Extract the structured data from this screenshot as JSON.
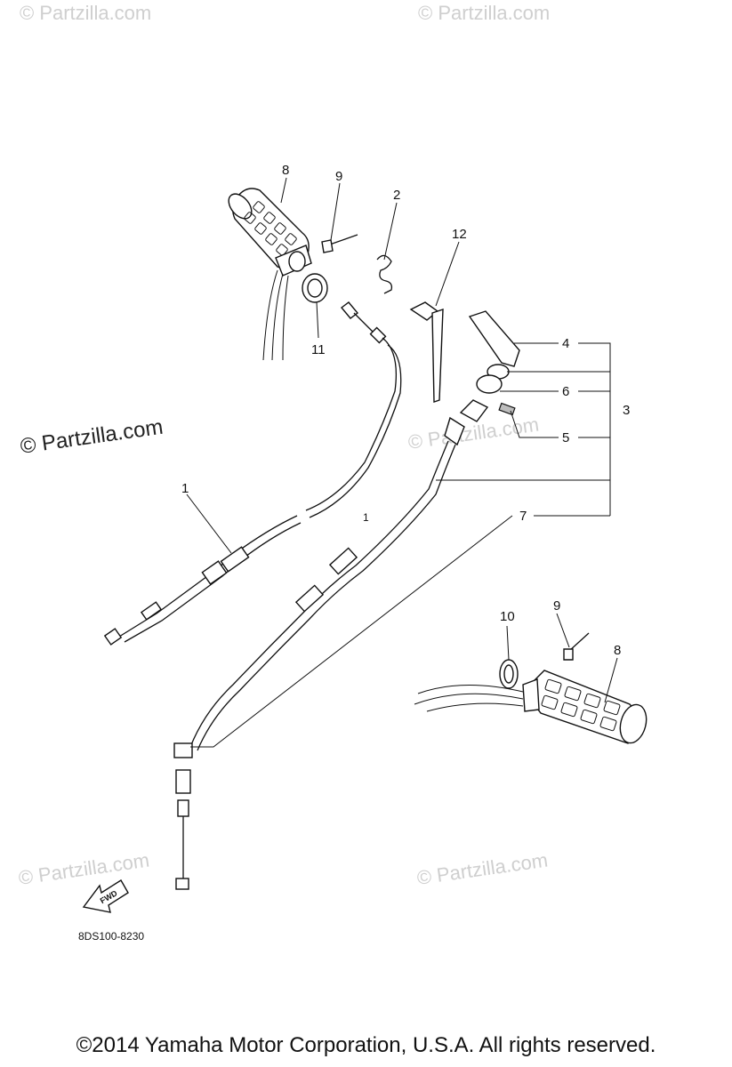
{
  "watermarks": {
    "top_left": "© Partzilla.com",
    "top_right": "© Partzilla.com",
    "left_main": "© Partzilla.com",
    "middle_right": "© Partzilla.com",
    "bottom_left": "© Partzilla.com",
    "bottom_right": "© Partzilla.com"
  },
  "callouts": {
    "c1": "1",
    "c1b": "1",
    "c2": "2",
    "c3": "3",
    "c4": "4",
    "c5": "5",
    "c6": "6",
    "c7": "7",
    "c8_top": "8",
    "c8_bottom": "8",
    "c9_top": "9",
    "c9_bottom": "9",
    "c10": "10",
    "c11": "11",
    "c12": "12"
  },
  "fwd_label": "FWD",
  "diagram_code": "8DS100-8230",
  "copyright": "©2014  Yamaha Motor Corporation, U.S.A. All rights reserved."
}
